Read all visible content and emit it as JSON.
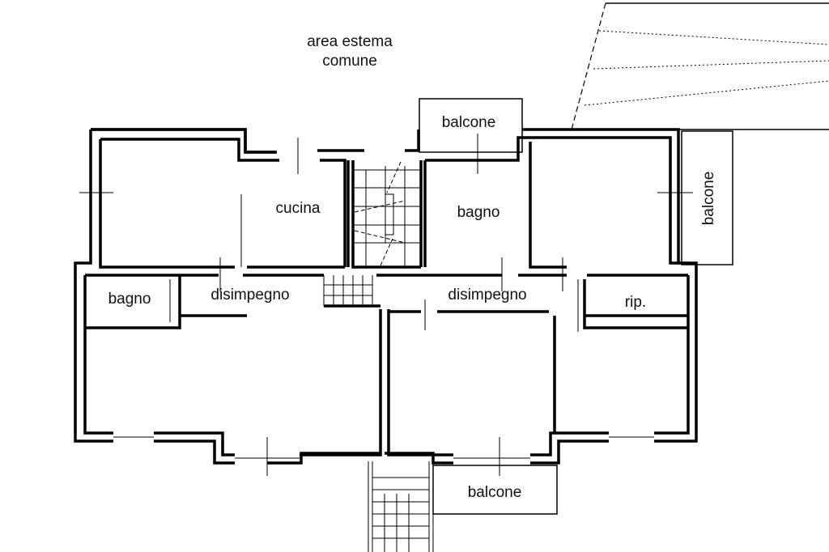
{
  "plan": {
    "outside_area": {
      "line1": "area estema",
      "line2": "comune"
    },
    "rooms": {
      "balcone_top": "balcone",
      "cucina": "cucina",
      "bagno_top": "bagno",
      "balcone_right": "balcone",
      "bagno_left": "bagno",
      "disimpegno_left": "disimpegno",
      "disimpegno_right": "disimpegno",
      "ripostiglio": "rip.",
      "balcone_bottom": "balcone"
    },
    "colors": {
      "wall": "#000000",
      "background": "#ffffff"
    }
  }
}
